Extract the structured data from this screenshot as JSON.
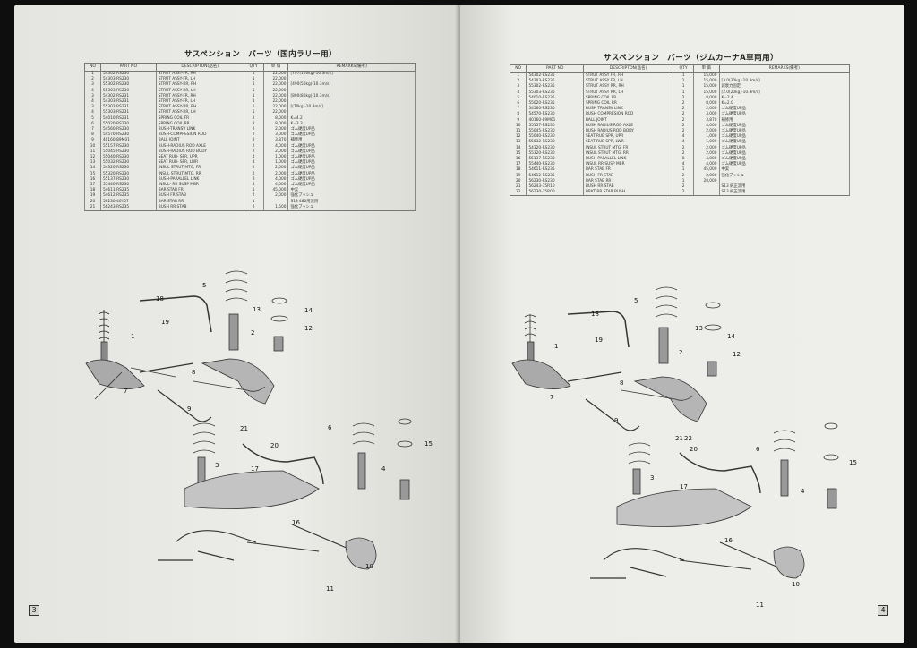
{
  "left_page": {
    "title": "サスペンション　パーツ（国内ラリー用）",
    "page_number": "3",
    "headers": {
      "no": "NO",
      "part_no": "PART NO",
      "description": "DESCRIPTON(品名)",
      "qty": "QTY",
      "unit": "単 価",
      "remarks": "REMARKS(備考)"
    },
    "rows": [
      {
        "no": "1",
        "part_no": "54302-RS230",
        "desc": "STRUT ASSY-FR, RH",
        "qty": "1",
        "unit": "22,000",
        "rem": "[707(100kg)-10.3m/s]"
      },
      {
        "no": "2",
        "part_no": "54303-RS230",
        "desc": "STRUT ASSY-FR, LH",
        "qty": "1",
        "unit": "22,000",
        "rem": ""
      },
      {
        "no": "3",
        "part_no": "55302-RS230",
        "desc": "STRUT ASSY-RR, RH",
        "qty": "1",
        "unit": "22,000",
        "rem": "[490(50kg)-10.3m/s]"
      },
      {
        "no": "4",
        "part_no": "55303-RS230",
        "desc": "STRUT ASSY-RR, LH",
        "qty": "1",
        "unit": "22,000",
        "rem": ""
      },
      {
        "no": "3",
        "part_no": "54302-RS231",
        "desc": "STRUT ASSY-FR, RH",
        "qty": "1",
        "unit": "22,000",
        "rem": "[800(80kg)-10.3m/s]"
      },
      {
        "no": "4",
        "part_no": "54303-RS231",
        "desc": "STRUT ASSY-FR, LH",
        "qty": "1",
        "unit": "22,000",
        "rem": ""
      },
      {
        "no": "3",
        "part_no": "55302-RS231",
        "desc": "STRUT ASSY-RR, RH",
        "qty": "1",
        "unit": "22,000",
        "rem": "[(70kg)-10.3m/s]"
      },
      {
        "no": "4",
        "part_no": "55303-RS231",
        "desc": "STRUT ASSY-RR, LH",
        "qty": "1",
        "unit": "22,000",
        "rem": ""
      },
      {
        "no": "5",
        "part_no": "54010-RS231",
        "desc": "SPRING COIL FR",
        "qty": "2",
        "unit": "8,000",
        "rem": "K=4.2"
      },
      {
        "no": "6",
        "part_no": "55020-RS230",
        "desc": "SPRING COIL RR",
        "qty": "2",
        "unit": "8,000",
        "rem": "K=3.3"
      },
      {
        "no": "7",
        "part_no": "54560-RS230",
        "desc": "BUSH-TRANSV LINK",
        "qty": "2",
        "unit": "2,000",
        "rem": "ゴム硬度UP品"
      },
      {
        "no": "8",
        "part_no": "54570-RS230",
        "desc": "BUSH-COMPRESION ROD",
        "qty": "2",
        "unit": "3,000",
        "rem": "ゴム硬度UP品"
      },
      {
        "no": "9",
        "part_no": "40160-89M01",
        "desc": "BALL JOINT",
        "qty": "2",
        "unit": "3,870",
        "rem": "補修用"
      },
      {
        "no": "10",
        "part_no": "55157-RS230",
        "desc": "BUSH-RADIUS ROD AXLE",
        "qty": "2",
        "unit": "4,000",
        "rem": "ゴム硬度UP品"
      },
      {
        "no": "11",
        "part_no": "55045-RS230",
        "desc": "BUSH-RADIUS ROD BODY",
        "qty": "2",
        "unit": "2,000",
        "rem": "ゴム硬度UP品"
      },
      {
        "no": "12",
        "part_no": "55040-RS230",
        "desc": "SEAT RUB- SPR, UPR",
        "qty": "4",
        "unit": "1,000",
        "rem": "ゴム硬度UP品"
      },
      {
        "no": "13",
        "part_no": "55032-RS230",
        "desc": "SEAT RUB- SPR, LWR",
        "qty": "4",
        "unit": "1,000",
        "rem": "ゴム硬度UP品"
      },
      {
        "no": "14",
        "part_no": "54320-RS230",
        "desc": "INSUL STRUT MTG, FR",
        "qty": "2",
        "unit": "2,000",
        "rem": "ゴム硬度UP品"
      },
      {
        "no": "15",
        "part_no": "55320-RS230",
        "desc": "INSUL STRUT MTG, RR",
        "qty": "2",
        "unit": "2,000",
        "rem": "ゴム硬度UP品"
      },
      {
        "no": "16",
        "part_no": "55137-RS230",
        "desc": "BUSH-PARALLEL LINK",
        "qty": "8",
        "unit": "4,000",
        "rem": "ゴム硬度UP品"
      },
      {
        "no": "17",
        "part_no": "55440-RS230",
        "desc": "INSUL- RR SUSP MBR",
        "qty": "4",
        "unit": "4,000",
        "rem": "ゴム硬度UP品"
      },
      {
        "no": "18",
        "part_no": "54611-RS235",
        "desc": "BAR STAB FR",
        "qty": "1",
        "unit": "45,000",
        "rem": "中実"
      },
      {
        "no": "19",
        "part_no": "54612-RS235",
        "desc": "BUSH FR STAB",
        "qty": "2",
        "unit": "2,000",
        "rem": "強化ブッシュ"
      },
      {
        "no": "20",
        "part_no": "56230-40Y07",
        "desc": "BAR STAB RR",
        "qty": "1",
        "unit": "",
        "rem": "S13 480用流用"
      },
      {
        "no": "21",
        "part_no": "56243-RS235",
        "desc": "BUSH RR STAB",
        "qty": "2",
        "unit": "1,500",
        "rem": "強化ブッシュ"
      }
    ]
  },
  "right_page": {
    "title": "サスペンション　パーツ（ジムカーナA車両用）",
    "page_number": "4",
    "headers": {
      "no": "NO",
      "part_no": "PART NO",
      "description": "DESCRIPTON(品名)",
      "qty": "QTY",
      "unit": "単 価",
      "remarks": "REMARKS(備考)"
    },
    "rows": [
      {
        "no": "1",
        "part_no": "54302-RS235",
        "desc": "STRUT ASSY FR, RH",
        "qty": "1",
        "unit": "15,000",
        "rem": ""
      },
      {
        "no": "2",
        "part_no": "54303-RS235",
        "desc": "STRUT ASSY FR, LH",
        "qty": "1",
        "unit": "15,000",
        "rem": "[3.0(30kg)-10.3m/s]"
      },
      {
        "no": "3",
        "part_no": "55302-RS235",
        "desc": "STRUT ASSY RR, RH",
        "qty": "1",
        "unit": "15,000",
        "rem": "減衰力固定"
      },
      {
        "no": "4",
        "part_no": "55303-RS235",
        "desc": "STRUT ASSY RR, LH",
        "qty": "1",
        "unit": "15,000",
        "rem": "[2.0(20kg)-10.3m/s]"
      },
      {
        "no": "5",
        "part_no": "54010-RS235",
        "desc": "SPRING COIL FR",
        "qty": "2",
        "unit": "8,000",
        "rem": "K=2.4"
      },
      {
        "no": "6",
        "part_no": "55020-RS235",
        "desc": "SPRING COIL RR",
        "qty": "2",
        "unit": "8,000",
        "rem": "K=2.0"
      },
      {
        "no": "7",
        "part_no": "54560-RS230",
        "desc": "BUSH TRANSV LINK",
        "qty": "2",
        "unit": "2,000",
        "rem": "ゴム硬度UP品"
      },
      {
        "no": "8",
        "part_no": "54570-RS230",
        "desc": "BUSH COMPRESION ROD",
        "qty": "2",
        "unit": "3,000",
        "rem": "ゴム硬度UP品"
      },
      {
        "no": "9",
        "part_no": "40160-89M01",
        "desc": "BALL JOINT",
        "qty": "2",
        "unit": "3,870",
        "rem": "補修用"
      },
      {
        "no": "10",
        "part_no": "55157-RS230",
        "desc": "BUSH RADIUS ROD AXLE",
        "qty": "2",
        "unit": "4,000",
        "rem": "ゴム硬度UP品"
      },
      {
        "no": "11",
        "part_no": "55045-RS230",
        "desc": "BUSH RADIUS ROD BODY",
        "qty": "2",
        "unit": "2,000",
        "rem": "ゴム硬度UP品"
      },
      {
        "no": "12",
        "part_no": "55040-RS230",
        "desc": "SEAT RUB SPR, UPR",
        "qty": "4",
        "unit": "1,000",
        "rem": "ゴム硬度UP品"
      },
      {
        "no": "13",
        "part_no": "55032-RS230",
        "desc": "SEAT RUB SPR, LWR",
        "qty": "4",
        "unit": "1,000",
        "rem": "ゴム硬度UP品"
      },
      {
        "no": "14",
        "part_no": "54320-RS230",
        "desc": "INSUL STRUT MTG, FR",
        "qty": "2",
        "unit": "2,000",
        "rem": "ゴム硬度UP品"
      },
      {
        "no": "15",
        "part_no": "55320-RS230",
        "desc": "INSUL STRUT MTG, RR",
        "qty": "2",
        "unit": "2,000",
        "rem": "ゴム硬度UP品"
      },
      {
        "no": "16",
        "part_no": "55137-RS230",
        "desc": "BUSH PARALLEL LINK",
        "qty": "8",
        "unit": "4,000",
        "rem": "ゴム硬度UP品"
      },
      {
        "no": "17",
        "part_no": "55440-RS230",
        "desc": "INSUL RR SUSP MBR",
        "qty": "4",
        "unit": "4,000",
        "rem": "ゴム硬度UP品"
      },
      {
        "no": "18",
        "part_no": "54611-RS235",
        "desc": "BAR STAB FR",
        "qty": "1",
        "unit": "45,000",
        "rem": "中実"
      },
      {
        "no": "19",
        "part_no": "54612-RS235",
        "desc": "BUSH FR STAB",
        "qty": "2",
        "unit": "2,000",
        "rem": "強化ブッシュ"
      },
      {
        "no": "20",
        "part_no": "56230-RS230",
        "desc": "BAR STAB RR",
        "qty": "1",
        "unit": "28,000",
        "rem": ""
      },
      {
        "no": "21",
        "part_no": "56243-35R10",
        "desc": "BUSH RR STAB",
        "qty": "2",
        "unit": "",
        "rem": "S13 純正流用"
      },
      {
        "no": "22",
        "part_no": "56230-35R00",
        "desc": "BRKT RR STAB BUSH",
        "qty": "2",
        "unit": "",
        "rem": "S13 純正流用"
      }
    ]
  },
  "diagram_callouts": [
    "1",
    "2",
    "3",
    "4",
    "5",
    "6",
    "7",
    "8",
    "9",
    "10",
    "11",
    "12",
    "13",
    "14",
    "15",
    "16",
    "17",
    "18",
    "19",
    "20",
    "21",
    "22"
  ]
}
